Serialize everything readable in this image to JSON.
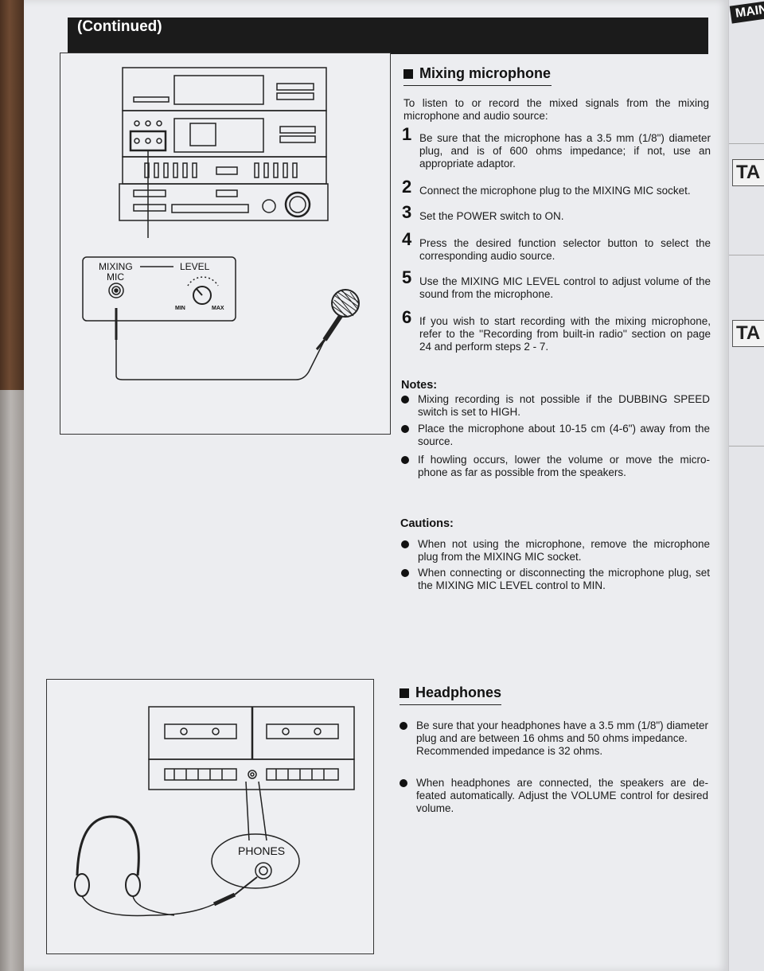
{
  "header": {
    "banner": "(Continued)"
  },
  "right_page": {
    "tab_main": "MAIN",
    "tab_ta_1": "TA",
    "tab_ta_2": "TA"
  },
  "figure_mic": {
    "mixing_label": "MIXING",
    "mic_label": "MIC",
    "level_label": "LEVEL",
    "min_label": "MIN",
    "max_label": "MAX"
  },
  "figure_phones": {
    "phones_label": "PHONES"
  },
  "mixing": {
    "title": "Mixing microphone",
    "intro": "To listen to or record the mixed signals from the mixing microphone and audio source:",
    "steps": [
      {
        "num": "1",
        "text": "Be sure that the microphone has a 3.5 mm (1/8\") diameter plug, and is of 600 ohms impedance; if not, use an appropriate adaptor."
      },
      {
        "num": "2",
        "text": "Connect the microphone plug to the MIXING MIC socket."
      },
      {
        "num": "3",
        "text": "Set the POWER switch to ON."
      },
      {
        "num": "4",
        "text": "Press the desired function selector button to select the corresponding audio source."
      },
      {
        "num": "5",
        "text": "Use the MIXING MIC LEVEL control to adjust volume of the sound from the microphone."
      },
      {
        "num": "6",
        "text": "If you wish to start recording with the mixing microphone, refer to the ''Recording from built-in radio'' section on page 24 and perform steps 2 - 7."
      }
    ],
    "notes_title": "Notes:",
    "notes": [
      "Mixing recording is not possible if the DUBBING SPEED switch is set to HIGH.",
      "Place the microphone about 10-15 cm (4-6\") away from the source.",
      "If howling occurs, lower the volume or move the micro- phone as far as possible from the speakers."
    ],
    "cautions_title": "Cautions:",
    "cautions": [
      "When not using the microphone, remove the microphone plug from the MIXING MIC socket.",
      "When connecting or disconnecting the microphone plug, set the MIXING MIC LEVEL control to MIN."
    ]
  },
  "headphones": {
    "title": "Headphones",
    "bullet1_a": "Be sure that your headphones have a 3.5 mm (1/8\") diameter plug and are between 16 ohms and 50 ohms impedance.",
    "bullet1_b": "Recommended impedance is 32 ohms.",
    "bullet2": "When headphones are connected, the speakers are de- feated automatically. Adjust the VOLUME control for desired volume."
  }
}
